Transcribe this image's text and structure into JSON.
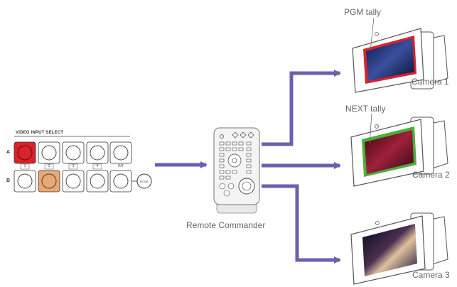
{
  "switcher": {
    "title": "VIDEO INPUT SELECT",
    "row_a_label": "A",
    "row_b_label": "B",
    "button_numbers": [
      "1",
      "2",
      "3",
      "4",
      "INT"
    ],
    "mode_button_label": "MODE",
    "colors": {
      "pgm_active": "#d9232b",
      "next_active": "#e8a878"
    }
  },
  "remote": {
    "label": "Remote Commander"
  },
  "cameras": [
    {
      "name": "Camera 1",
      "tally_label": "PGM tally",
      "tally_color": "#d9232b"
    },
    {
      "name": "Camera 2",
      "tally_label": "NEXT tally",
      "tally_color": "#4caf3a"
    },
    {
      "name": "Camera 3",
      "tally_label": "",
      "tally_color": ""
    }
  ],
  "arrow_color": "#6b5fb0"
}
